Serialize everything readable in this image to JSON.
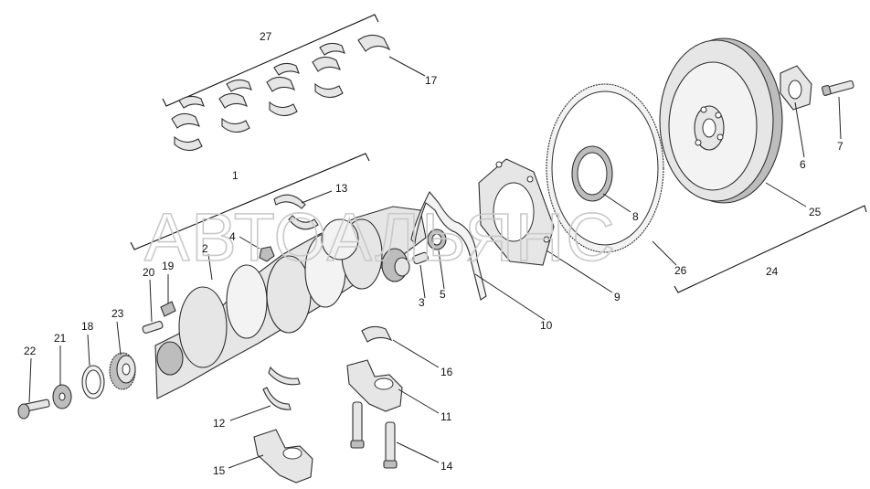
{
  "watermark": "АВТОАЛЬЯНС",
  "callouts": {
    "c1": "1",
    "c2": "2",
    "c3": "3",
    "c4": "4",
    "c5": "5",
    "c6": "6",
    "c7": "7",
    "c8": "8",
    "c9": "9",
    "c10": "10",
    "c11": "11",
    "c12": "12",
    "c13": "13",
    "c14": "14",
    "c15": "15",
    "c16": "16",
    "c17": "17",
    "c18": "18",
    "c19": "19",
    "c20": "20",
    "c21": "21",
    "c22": "22",
    "c23": "23",
    "c24": "24",
    "c25": "25",
    "c26": "26",
    "c27": "27"
  }
}
